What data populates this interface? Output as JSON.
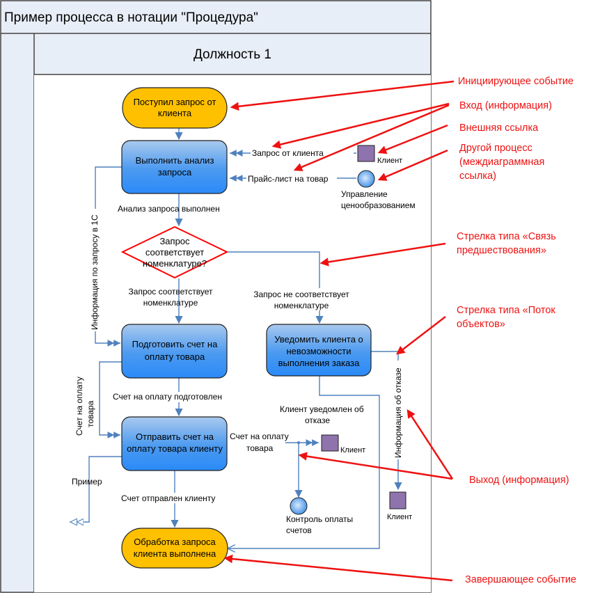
{
  "diagram": {
    "title": "Пример процесса  в нотации \"Процедура\"",
    "lane": "Должность 1",
    "colors": {
      "event_fill": "#ffc000",
      "task_fill_top": "#9dc3ee",
      "task_fill_bottom": "#2e8ef5",
      "decision_stroke": "#ff0000",
      "flow_line": "#4f81bd",
      "external_ref": "#8064a2",
      "annotation": "#ee1111",
      "header_bg": "#e8eef7"
    },
    "nodes": {
      "start_event": [
        "Поступил запрос от",
        "клиента"
      ],
      "task_analyze": [
        "Выполнить анализ",
        "запроса"
      ],
      "decision": [
        "Запрос",
        "соответствует",
        "номенклатуре?"
      ],
      "task_prepare_invoice": [
        "Подготовить счет на",
        "оплату товара"
      ],
      "task_notify_client": [
        "Уведомить клиента о",
        "невозможности",
        "выполнения заказа"
      ],
      "task_send_invoice": [
        "Отправить счет на",
        "оплату товара клиенту"
      ],
      "end_event": [
        "Обработка запроса",
        "клиента выполнена"
      ]
    },
    "refs": {
      "client_1": "Клиент",
      "pricing_process": [
        "Управление",
        "ценообразованием"
      ],
      "client_2": "Клиент",
      "payment_control": [
        "Контроль оплаты",
        "счетов"
      ],
      "client_3": "Клиент"
    },
    "flow_labels": {
      "request_from_client": "Запрос от клиента",
      "price_list": "Прайс-лист на товар",
      "analysis_done": "Анализ запроса выполнен",
      "info_1c": "Информация по запросу в 1С",
      "matches": [
        "Запрос соответствует",
        "номенклатуре"
      ],
      "not_matches": [
        "Запрос не соответствует",
        "номенклатуре"
      ],
      "invoice_prepared": "Счет на оплату подготовлен",
      "invoice_side": [
        "Счет на оплату",
        "товара"
      ],
      "client_notified": [
        "Клиент уведомлен об",
        "отказе"
      ],
      "refusal_info": "Информация об отказе",
      "invoice_out": [
        "Счет на оплату",
        "товара"
      ],
      "example": "Пример",
      "invoice_sent": "Счет отправлен клиенту"
    },
    "annotations": {
      "initiating_event": "Инициирующее событие",
      "input_info": "Вход (информация)",
      "external_link": "Внешняя ссылка",
      "other_process": [
        "Другой процесс",
        "(междиаграммная",
        "ссылка)"
      ],
      "precedence_arrow": [
        "Стрелка типа «Связь",
        "предшествования»"
      ],
      "object_flow_arrow": [
        "Стрелка типа «Поток",
        "объектов»"
      ],
      "output_info": "Выход (информация)",
      "final_event": "Завершающее событие"
    }
  }
}
